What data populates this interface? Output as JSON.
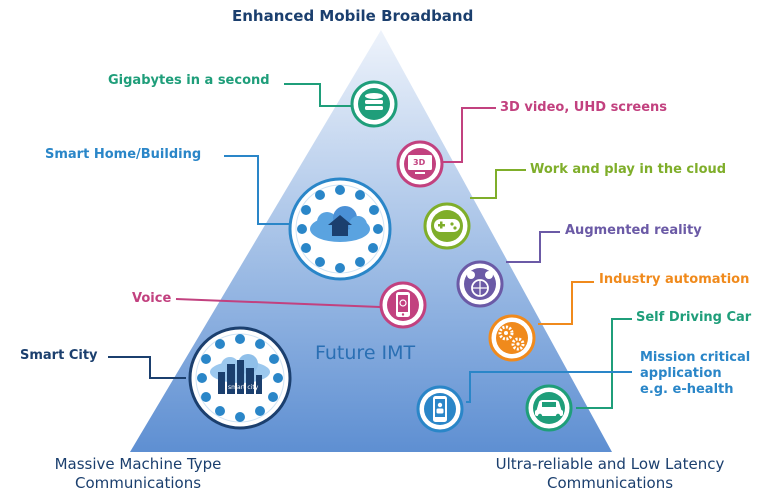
{
  "title": "Enhanced Mobile Broadband",
  "center_label": "Future IMT",
  "corners": {
    "bottom_left": {
      "line1": "Massive Machine Type",
      "line2": "Communications"
    },
    "bottom_right": {
      "line1": "Ultra-reliable and Low Latency",
      "line2": "Communications"
    }
  },
  "use_cases": {
    "gigabytes": {
      "label": "Gigabytes in a second",
      "color": "#1f9e7a",
      "icon": "database-icon"
    },
    "video_3d": {
      "label": "3D video, UHD screens",
      "color": "#c2417f",
      "icon": "3d-screen-icon",
      "icon_text": "3D"
    },
    "cloud_work": {
      "label": "Work and play in the cloud",
      "color": "#7fae2a",
      "icon": "gamepad-icon"
    },
    "smart_home": {
      "label": "Smart Home/Building",
      "color": "#2a86c8",
      "icon": "smart-home-cloud-icon"
    },
    "ar": {
      "label": "Augmented reality",
      "color": "#6b5aa6",
      "icon": "ar-headset-icon"
    },
    "industry": {
      "label": "Industry automation",
      "color": "#f08a1c",
      "icon": "gears-icon"
    },
    "voice": {
      "label": "Voice",
      "color": "#c2417f",
      "icon": "phone-icon"
    },
    "self_driving": {
      "label": "Self Driving Car",
      "color": "#1f9e7a",
      "icon": "car-icon"
    },
    "smart_city": {
      "label": "Smart City",
      "color": "#1b3f6e",
      "icon": "smart-city-icon",
      "icon_text": "smart city"
    },
    "mission_critical": {
      "line1": "Mission critical",
      "line2": "application",
      "line3": "e.g. e-health",
      "color": "#2a86c8",
      "icon": "e-health-phone-icon"
    }
  }
}
